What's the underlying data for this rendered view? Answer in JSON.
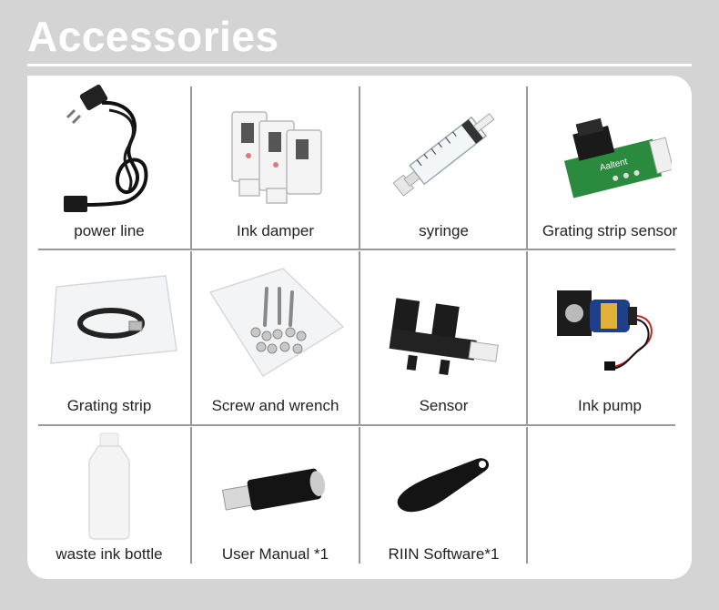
{
  "title": "Accessories",
  "items": [
    {
      "label": "power line",
      "icon": "power-cord-icon"
    },
    {
      "label": "Ink damper",
      "icon": "ink-damper-icon"
    },
    {
      "label": "syringe",
      "icon": "syringe-icon"
    },
    {
      "label": "Grating strip sensor",
      "icon": "sensor-board-icon",
      "printed_text": "Aaltent"
    },
    {
      "label": "Grating strip",
      "icon": "grating-strip-icon"
    },
    {
      "label": "Screw and wrench",
      "icon": "screws-icon"
    },
    {
      "label": "Sensor",
      "icon": "optical-sensor-icon"
    },
    {
      "label": "Ink pump",
      "icon": "ink-pump-icon"
    },
    {
      "label": "waste ink bottle",
      "icon": "bottle-icon"
    },
    {
      "label": "User Manual *1",
      "icon": "usb-drive-icon"
    },
    {
      "label": "RIIN Software*1",
      "icon": "dongle-key-icon"
    }
  ],
  "colors": {
    "background": "#d4d4d4",
    "panel": "#ffffff",
    "grid": "#9a9a9a",
    "title": "#ffffff"
  }
}
